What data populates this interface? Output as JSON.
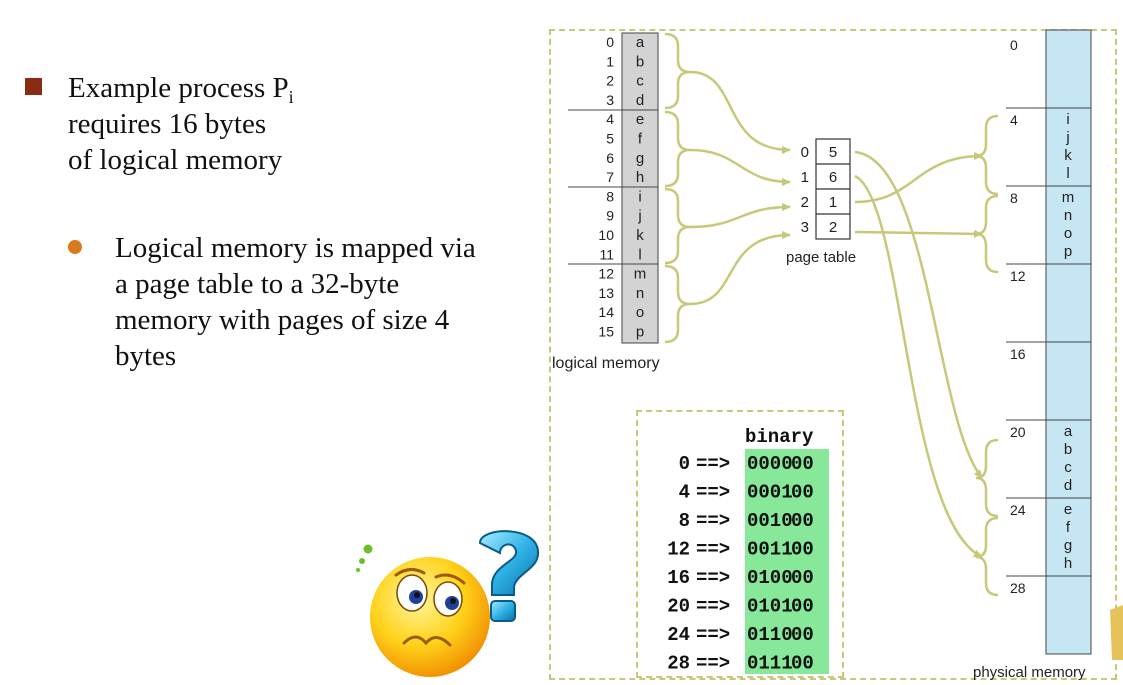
{
  "text": {
    "bullet1_main": "Example process P",
    "bullet1_sub": "i",
    "bullet1_line2": "requires 16 bytes",
    "bullet1_line3": "of logical memory",
    "bullet2_line1": "Logical memory is mapped via",
    "bullet2_line2": "a page table to a 32-byte",
    "bullet2_line3": "memory with pages of size 4",
    "bullet2_line4": "bytes"
  },
  "logical_memory": {
    "label": "logical memory",
    "addresses": [
      "0",
      "1",
      "2",
      "3",
      "4",
      "5",
      "6",
      "7",
      "8",
      "9",
      "10",
      "11",
      "12",
      "13",
      "14",
      "15"
    ],
    "contents": [
      "a",
      "b",
      "c",
      "d",
      "e",
      "f",
      "g",
      "h",
      "i",
      "j",
      "k",
      "l",
      "m",
      "n",
      "o",
      "p"
    ]
  },
  "page_table": {
    "label": "page table",
    "pages": [
      "0",
      "1",
      "2",
      "3"
    ],
    "frames": [
      "5",
      "6",
      "1",
      "2"
    ]
  },
  "physical_memory": {
    "label": "physical memory",
    "frame_addresses": [
      "0",
      "4",
      "8",
      "12",
      "16",
      "20",
      "24",
      "28"
    ],
    "frame_contents": [
      [],
      [
        "i",
        "j",
        "k",
        "l"
      ],
      [
        "m",
        "n",
        "o",
        "p"
      ],
      [],
      [],
      [
        "a",
        "b",
        "c",
        "d"
      ],
      [
        "e",
        "f",
        "g",
        "h"
      ],
      []
    ]
  },
  "binary_table": {
    "header": "binary",
    "rows": [
      {
        "dec": "0",
        "arrow": "==>",
        "high": "000",
        "low": "00"
      },
      {
        "dec": "4",
        "arrow": "==>",
        "high": "001",
        "low": "00"
      },
      {
        "dec": "8",
        "arrow": "==>",
        "high": "010",
        "low": "00"
      },
      {
        "dec": "12",
        "arrow": "==>",
        "high": "011",
        "low": "00"
      },
      {
        "dec": "16",
        "arrow": "==>",
        "high": "100",
        "low": "00"
      },
      {
        "dec": "20",
        "arrow": "==>",
        "high": "101",
        "low": "00"
      },
      {
        "dec": "24",
        "arrow": "==>",
        "high": "110",
        "low": "00"
      },
      {
        "dec": "28",
        "arrow": "==>",
        "high": "111",
        "low": "00"
      }
    ]
  },
  "icons": {
    "emoji": "confused-face-icon",
    "question": "question-mark-icon"
  },
  "colors": {
    "arrow": "#c8c87a",
    "logical_fill": "#d3d3d3",
    "physical_fill": "#c6e6f4",
    "binary_highlight": "#86e898",
    "bullet_square": "#8a2c14",
    "bullet_dot": "#d97a1c"
  }
}
